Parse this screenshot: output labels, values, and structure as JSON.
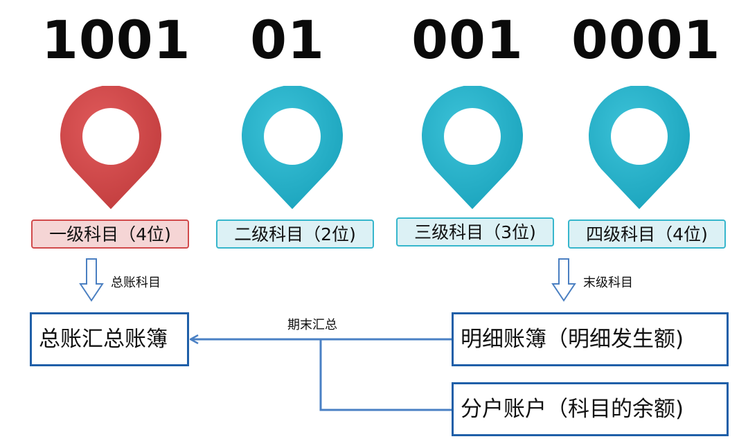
{
  "codes": [
    "1001",
    "01",
    "001",
    "0001"
  ],
  "levels": [
    {
      "label": "一级科目（4位)",
      "color": "#d14a4b"
    },
    {
      "label": "二级科目（2位)",
      "color": "#27b3cc"
    },
    {
      "label": "三级科目（3位)",
      "color": "#27b3cc"
    },
    {
      "label": "四级科目（4位)",
      "color": "#27b3cc"
    }
  ],
  "arrow_labels": {
    "left": "总账科目",
    "right": "末级科目",
    "flow": "期末汇总"
  },
  "boxes": {
    "general_ledger": "总账汇总账簿",
    "detail_ledger": "明细账簿（明细发生额)",
    "sub_account": "分户账户（科目的余额)"
  },
  "colors": {
    "red_pin": "#d14a4b",
    "blue_pin": "#27b3cc",
    "box_border": "#1f5fa8",
    "connector": "#4a80c4"
  }
}
